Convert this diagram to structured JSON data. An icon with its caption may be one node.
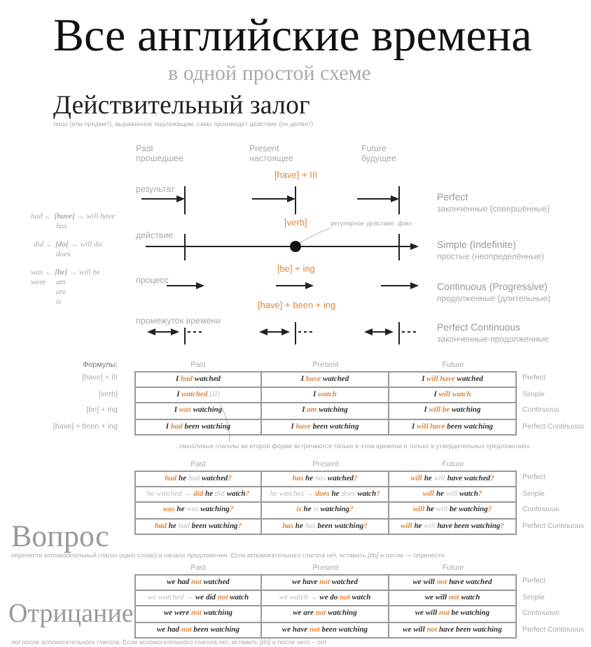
{
  "diagram": {
    "title": "Все английские времена",
    "nodes": [
      {
        "text": [
          "регулярное действие, факт"
        ]
      },
      {
        "text": [],
        "shape": "circle"
      },
      {
        "text": [
          "смысловые глаголы во второй форме встречаются только в этом времени и только в утвердительных предложениях"
        ]
      },
      {
        "text": [
          "**I** watched *(II)*"
        ]
      }
    ],
    "edges": [
      {
        "from": 0,
        "to": 1,
        "arrow": "none"
      },
      {
        "from": 2,
        "to": 3,
        "arrow": "none"
      }
    ],
    "labels": [
      "в одной простой схеме",
      "Действительный залог",
      "лицо (или предмет), выраженное подлежащим, само производит действие (он делает)",
      "Past",
      "прошедшее",
      "Present",
      "настоящее",
      "Future",
      "будущее",
      "[have] + III",
      "результат",
      "Perfect",
      "законченные (совершённые)",
      "had ← **[have]** → will have",
      "has",
      "[verb]",
      "действие",
      "Simple (Indefinite)",
      "простые (неопределённые)",
      "did ← **[do]** → will do",
      "does",
      "[be] + ing",
      "процесс",
      "Continuous (Progressive)",
      "продолженные (длительные)",
      "was ← **[be]** → will be",
      "were",
      "am",
      "are",
      "is",
      "[have] + been + ing",
      "промежуток времени",
      "Perfect Continuous",
      "законченные-продолженные",
      "Формулы:",
      "Past",
      "Present",
      "Future",
      "[have] + III",
      "**I** had **watched**",
      "**I** have **watched**",
      "**I** will have **watched**",
      "Perfect",
      "[verb]",
      "**I** watch",
      "**I** will watch",
      "Simple",
      "[be] + ing",
      "**I** was **watching**",
      "**I** am **watching**",
      "**I** will be **watching**",
      "Continuous",
      "[have] + been + ing",
      "**I** had **been watching**",
      "**I** have **been watching**",
      "**I** will have **been watching**",
      "Perfect Continuous",
      "Past",
      "Present",
      "Future",
      "had **he** *had* **watched**?",
      "has **he** *has* **watched**?",
      "will **he** *will* **have watched**?",
      "Perfect",
      "*he watched →* did **he** *did* **watch**?",
      "*he watches →* does **he** *does* **watch**?",
      "will **he** *will* **watch**?",
      "Simple",
      "was **he** *was* **watching**?",
      "is **he** *is* **watching**?",
      "will **he** *will* **be watching**?",
      "Continuous",
      "had **he** *had* **been watching**?",
      "has **he** *has* **been watching**?",
      "will **he** *will* **have been watching**?",
      "Perfect Continuous",
      "Вопрос",
      "перенести вспомогательный глагол (одно слово) в начало предложения. Если вспомогательного глагола нет, вставить *[do]* и потом — перенести",
      "Past",
      "Present",
      "Future",
      "**we had** not **watched**",
      "**we have** not **watched**",
      "**we will** not **have watched**",
      "Perfect",
      "*we watched →* **we did** not **watch**",
      "*we watch →* **we do** not **watch**",
      "**we will** not **watch**",
      "Simple",
      "**we were** not **watching**",
      "**we are** not **watching**",
      "**we will** not **be watching**",
      "Continuous",
      "**we had** not **been watching**",
      "**we have** not **been watching**",
      "**we will** not **have been watching**",
      "Perfect Continuous",
      "Отрицание",
      "*not* после вспомогательного глагола. Если вспомогательного глагола нет, вставить *[do]* и после него – *not*"
    ]
  }
}
